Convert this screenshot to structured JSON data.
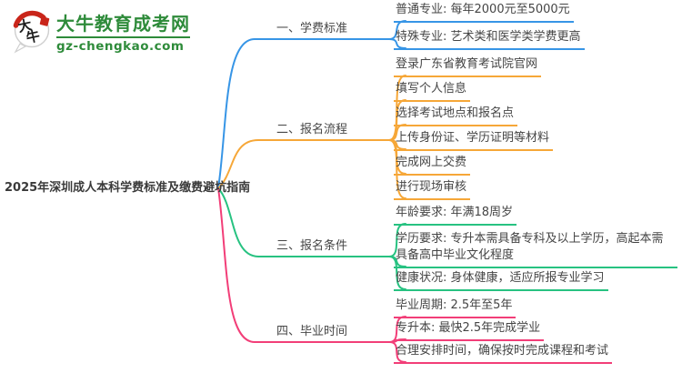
{
  "logo": {
    "icon_char_1": "大",
    "icon_char_2": "牛",
    "site_name": "大牛教育成考网",
    "site_url": "gz-chengkao.com"
  },
  "root_title": "2025年深圳成人本科学费标准及缴费避坑指南",
  "branches": [
    {
      "label": "一、学费标准",
      "color": "#3795e6",
      "children": [
        "普通专业: 每年2000元至5000元",
        "特殊专业: 艺术类和医学类学费更高"
      ]
    },
    {
      "label": "二、报名流程",
      "color": "#f6a738",
      "children": [
        "登录广东省教育考试院官网",
        "填写个人信息",
        "选择考试地点和报名点",
        "上传身份证、学历证明等材料",
        "完成网上交费",
        "进行现场审核"
      ]
    },
    {
      "label": "三、报名条件",
      "color": "#27c281",
      "children": [
        "年龄要求: 年满18周岁",
        "学历要求: 专升本需具备专科及以上学历，高起本需具备高中毕业文化程度",
        "健康状况: 身体健康，适应所报专业学习"
      ]
    },
    {
      "label": "四、毕业时间",
      "color": "#f23e78",
      "children": [
        "毕业周期: 2.5年至5年",
        "专升本: 最快2.5年完成学业",
        "合理安排时间，确保按时完成课程和考试"
      ]
    }
  ],
  "colors": {
    "brand_green": "#2e8b3a",
    "seal_red": "#c9251a",
    "text": "#454545"
  }
}
